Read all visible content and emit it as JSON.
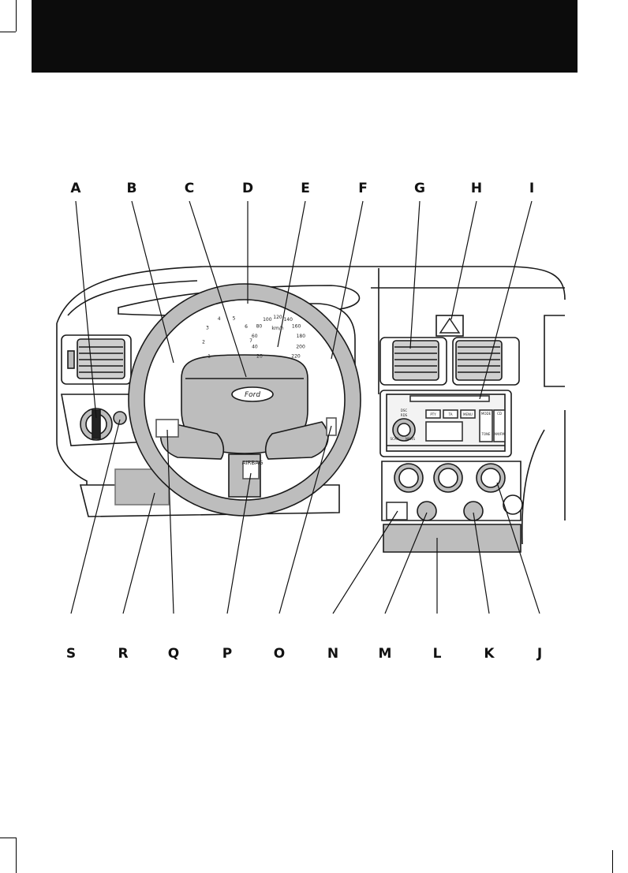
{
  "page": {
    "header_fill": "#0c0c0c"
  },
  "callouts_top": [
    "A",
    "B",
    "C",
    "D",
    "E",
    "F",
    "G",
    "H",
    "I"
  ],
  "callouts_bottom": [
    "S",
    "R",
    "Q",
    "P",
    "O",
    "N",
    "M",
    "L",
    "K",
    "J"
  ],
  "speedometer": {
    "unit": "km/h",
    "ticks": [
      "20",
      "40",
      "60",
      "80",
      "100",
      "120",
      "140",
      "160",
      "180",
      "200",
      "220"
    ]
  },
  "tachometer": {
    "ticks": [
      "1",
      "2",
      "3",
      "4",
      "5",
      "6",
      "7"
    ]
  },
  "badges": {
    "brand": "Ford",
    "airbag": "AIRBAG"
  },
  "radio": {
    "buttons": [
      "DSC",
      "RDS",
      "PTY",
      "TA",
      "MENU",
      "MODE",
      "CD",
      "TONE",
      "AM/FM",
      "SCAN",
      "NEWS"
    ]
  },
  "colors": {
    "panel_gray": "#bdbdbd",
    "dark": "#222222"
  }
}
